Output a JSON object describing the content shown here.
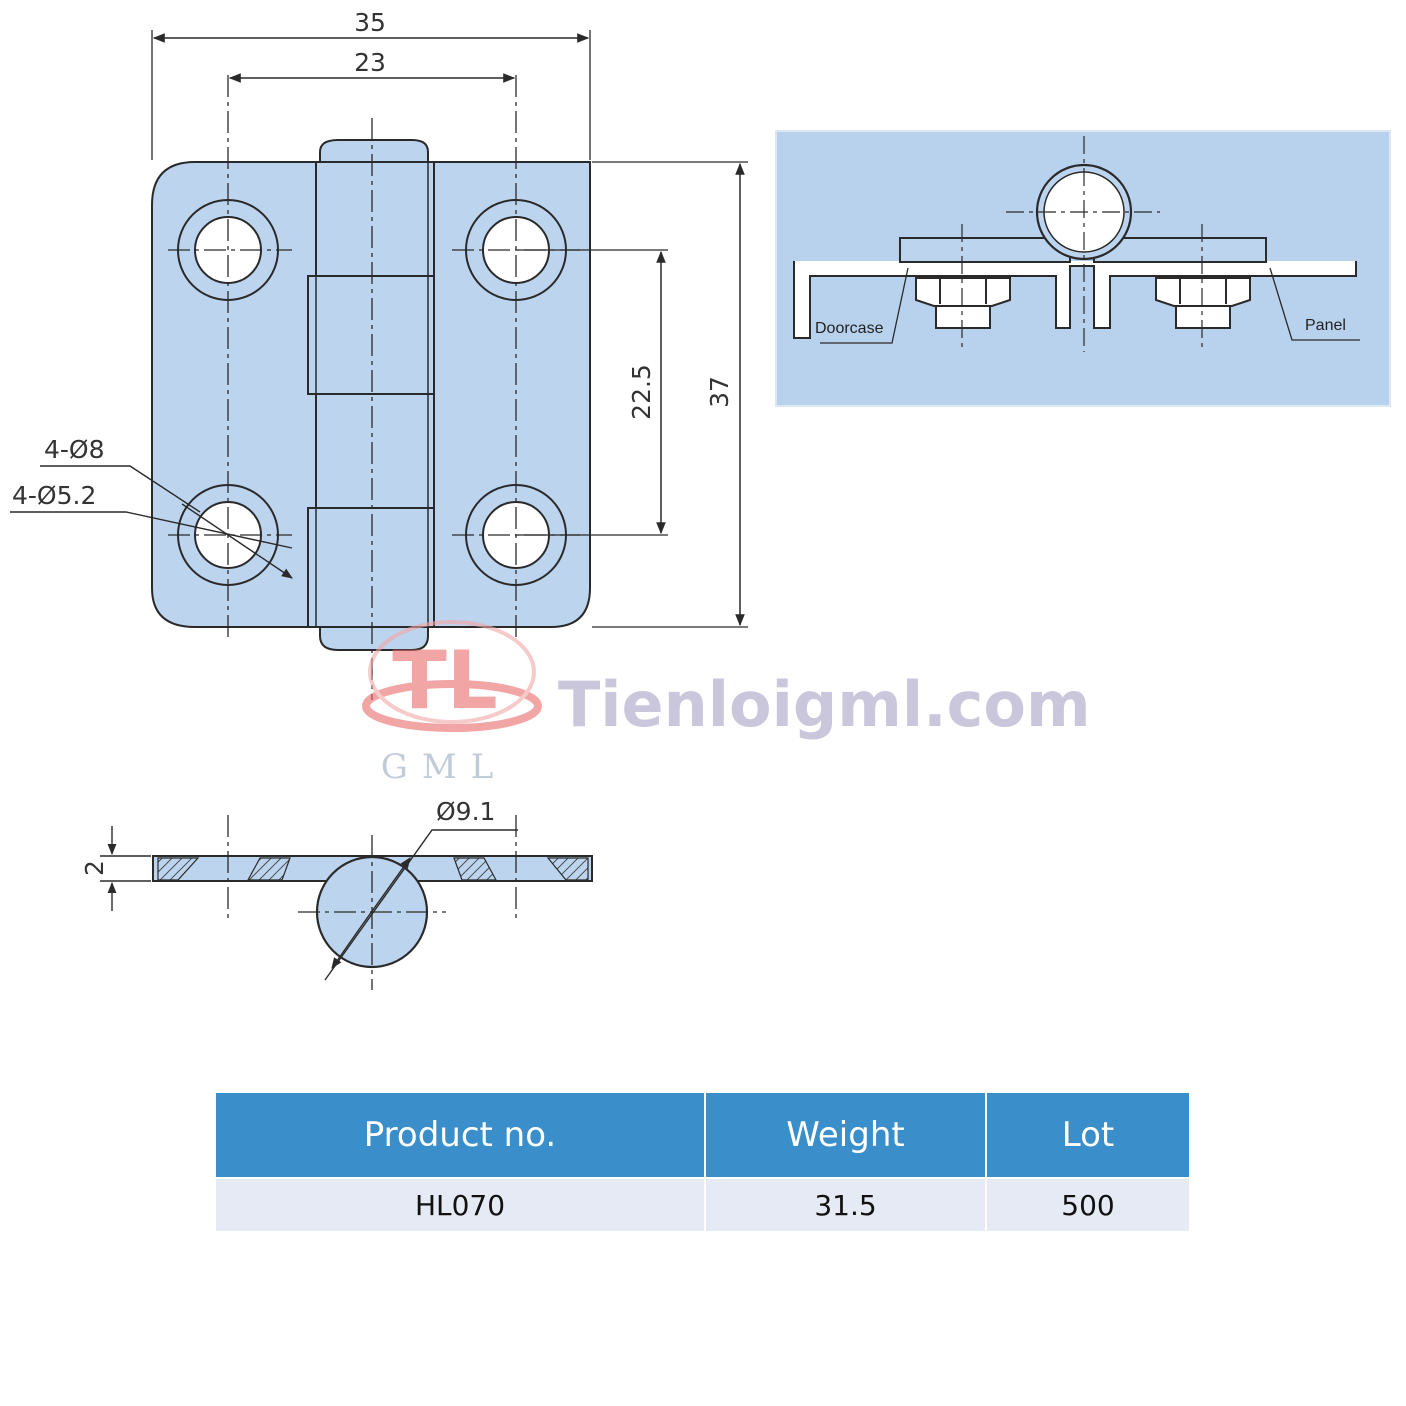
{
  "drawing": {
    "dimensions": {
      "width_overall": "35",
      "width_holes": "23",
      "height_holes": "22.5",
      "height_overall": "37",
      "outer_hole": "4-Ø8",
      "inner_hole": "4-Ø5.2",
      "pin": "Ø9.1",
      "thickness": "2"
    },
    "install_detail": {
      "label_left": "Doorcase",
      "label_right": "Panel"
    },
    "watermark": {
      "site": "Tienloigml.com",
      "logo_letters": "TL",
      "logo_sub": "GML"
    },
    "colors": {
      "part_fill": "#bcd4ee",
      "detail_bg": "#b8d2ee",
      "line": "#2a2a2a",
      "watermark_red": "#e96a6a",
      "watermark_text": "#a7a3c8"
    }
  },
  "table": {
    "headers": [
      "Product no.",
      "Weight",
      "Lot"
    ],
    "rows": [
      [
        "HL070",
        "31.5",
        "500"
      ]
    ]
  }
}
